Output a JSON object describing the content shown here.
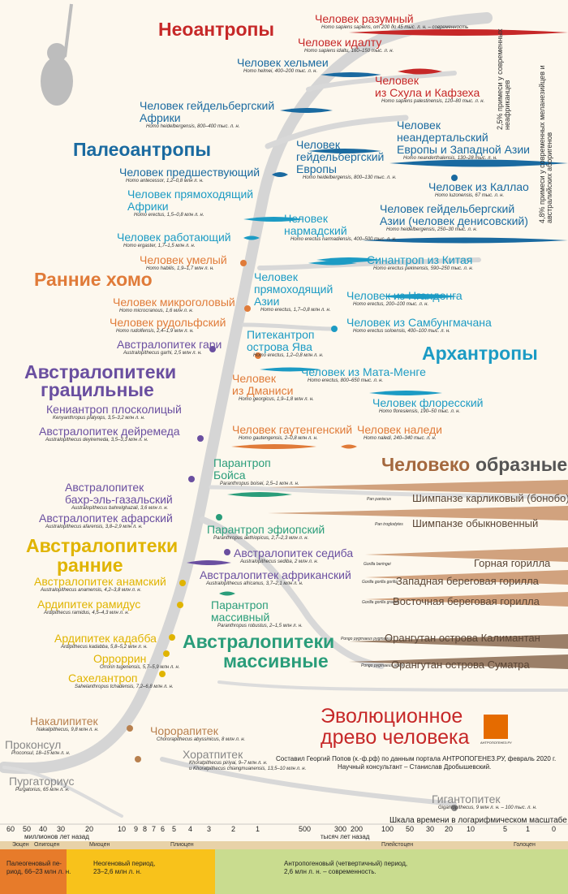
{
  "title": {
    "line1": "Эволюционное",
    "line2": "древо человека",
    "logo_text": "АНТРОПОГЕНЕЗ.РУ"
  },
  "credits": {
    "line1": "Составил Георгий Попов (к.-ф.рф) по данным портала АНТРОПОГЕНЕЗ.РУ, февраль 2020 г.",
    "line2": "Научный консультант – Станислав Дробышевский."
  },
  "colors": {
    "neo": "#c62828",
    "paleo": "#1a6aa0",
    "archan": "#1c9bc4",
    "early_homo": "#e07b39",
    "grac": "#6a4fa0",
    "early_austr": "#e0b400",
    "robust": "#2a9d7a",
    "ape": "#b8804e",
    "stem": "#888"
  },
  "groups": {
    "neo": "Неоантропы",
    "paleo": "Палеоантропы",
    "early_homo": "Ранние хомо",
    "grac1": "Австралопитеки",
    "grac2": "грацильные",
    "archan": "Архантропы",
    "ape_a": "Человеко",
    "ape_b": "образные",
    "early_austr1": "Австралопитеки",
    "early_austr2": "ранние",
    "robust1": "Австралопитеки",
    "robust2": "массивные"
  },
  "side_notes": {
    "n1": "2,5% примеси у современных неафриканцев",
    "n2": "4,8% примеси у современных меланезийцев и австралийских аборигенов"
  },
  "species": [
    {
      "name": "Человек разумный",
      "latin": "Homo sapiens sapiens, от 200 до 45 тыс. л. н. – современность",
      "c": "neo"
    },
    {
      "name": "Человек идалту",
      "latin": "Homo sapiens idaltu, 160–150 тыс. л. н.",
      "c": "neo"
    },
    {
      "name": "Человек хельмеи",
      "latin": "Homo helmei, 400–200 тыс. л. н.",
      "c": "paleo"
    },
    {
      "name": "Человек",
      "name2": "из Схула и Кафзеха",
      "latin": "Homo sapiens palestinensis, 120–80 тыс. л. н.",
      "c": "neo"
    },
    {
      "name": "Человек гейдельбергский",
      "name2": "Африки",
      "latin": "Homo heidelbergensis, 800–400 тыс. л. н.",
      "c": "paleo"
    },
    {
      "name": "Человек",
      "name2": "неандертальский",
      "name3": "Европы и Западной Азии",
      "latin": "Homo neanderthalensis, 130–28 тыс. л. н.",
      "c": "paleo"
    },
    {
      "name": "Человек",
      "name2": "гейдельбергский",
      "name3": "Европы",
      "latin": "Homo heidelbergensis, 800–130 тыс. л. н.",
      "c": "paleo"
    },
    {
      "name": "Человек предшествующий",
      "latin": "Homo antecessor, 1,2–0,8 млн л. н.",
      "c": "paleo"
    },
    {
      "name": "Человек из Каллао",
      "latin": "Homo luzonensis, 67 тыс. л. н.",
      "c": "paleo"
    },
    {
      "name": "Человек прямоходящий",
      "name2": "Африки",
      "latin": "Homo erectus, 1,5–0,8 млн л. н.",
      "c": "archan"
    },
    {
      "name": "Человек",
      "name2": "нармадский",
      "latin": "Homo erectus narmadiensis, 400–500 тыс. л. н.",
      "c": "archan"
    },
    {
      "name": "Человек гейдельбергский",
      "name2": "Азии (человек денисовский)",
      "latin": "Homo heidelbergensis, 250–30 тыс. л. н.",
      "c": "paleo"
    },
    {
      "name": "Человек работающий",
      "latin": "Homo ergaster, 1,7–1,5 млн л. н.",
      "c": "archan"
    },
    {
      "name": "Человек умелый",
      "latin": "Homo habilis, 1,9–1,7 млн л. н.",
      "c": "early_homo"
    },
    {
      "name": "Синантроп из Китая",
      "latin": "Homo erectus pekinensis, 590–250 тыс. л. н.",
      "c": "archan"
    },
    {
      "name": "Человек",
      "name2": "прямоходящий",
      "name3": "Азии",
      "latin": "Homo erectus, 1,7–0,8 млн л. н.",
      "c": "archan"
    },
    {
      "name": "Человек микроголовый",
      "latin": "Homo microcranous, 1,6 млн л. н.",
      "c": "early_homo"
    },
    {
      "name": "Человек из Нгандонга",
      "latin": "Homo erectus, 200–100 тыс. л. н.",
      "c": "archan"
    },
    {
      "name": "Человек рудольфский",
      "latin": "Homo rudolfensis, 2,4–1,9 млн л. н.",
      "c": "early_homo"
    },
    {
      "name": "Человек из Самбунгмачана",
      "latin": "Homo erectus soloensis, 400–100 тыс. л. н.",
      "c": "archan"
    },
    {
      "name": "Австралопитек гари",
      "latin": "Australopithecus garhi, 2,5 млн л. н.",
      "c": "grac"
    },
    {
      "name": "Питекантроп",
      "name2": "острова Ява",
      "latin": "Homo erectus, 1,2–0,8 млн л. н.",
      "c": "archan"
    },
    {
      "name": "Человек",
      "name2": "из Дманиси",
      "latin": "Homo georgicus, 1,9–1,8 млн л. н.",
      "c": "early_homo"
    },
    {
      "name": "Человек из Мата-Менге",
      "latin": "Homo erectus, 800–650 тыс. л. н.",
      "c": "archan"
    },
    {
      "name": "Человек флоресский",
      "latin": "Homo floresiensis, 190–50 тыс. л. н.",
      "c": "archan"
    },
    {
      "name": "Кениантроп плосколицый",
      "latin": "Kenyanthropus platyops, 3,5–3,2 млн л. н.",
      "c": "grac"
    },
    {
      "name": "Австралопитек дейремеда",
      "latin": "Australopithecus deyiremeda, 3,5–3,3 млн л. н.",
      "c": "grac"
    },
    {
      "name": "Человек гаутенгенский",
      "latin": "Homo gautengensis, 2–0,8 млн л. н.",
      "c": "early_homo"
    },
    {
      "name": "Человек наледи",
      "latin": "Homo naledi, 240–340 тыс. л. н.",
      "c": "early_homo"
    },
    {
      "name": "Парантроп",
      "name2": "Бойса",
      "latin": "Paranthropus boisei, 2,5–1 млн л. н.",
      "c": "robust"
    },
    {
      "name": "Австралопитек",
      "name2": "бахр-эль-газальский",
      "latin": "Australopithecus bahrelghazali, 3,6 млн л. н.",
      "c": "grac"
    },
    {
      "name": "Австралопитек афарский",
      "latin": "Australopithecus afarensis, 3,8–2,9 млн л. н.",
      "c": "grac"
    },
    {
      "name": "Парантроп эфиопский",
      "latin": "Paranthropus aethiopicus, 2,7–2,3 млн л. н.",
      "c": "robust"
    },
    {
      "name": "Австралопитек седиба",
      "latin": "Australopithecus sediba, 2 млн л. н.",
      "c": "grac"
    },
    {
      "name": "Австралопитек анамский",
      "latin": "Australopithecus anamensis, 4,2–3,8 млн л. н.",
      "c": "early_austr"
    },
    {
      "name": "Австралопитек африканский",
      "latin": "Australopithecus africanus, 3,7–2,1 млн л. н.",
      "c": "grac"
    },
    {
      "name": "Ардипитек рамидус",
      "latin": "Ardipithecus ramidus, 4,5–4,3 млн л. н.",
      "c": "early_austr"
    },
    {
      "name": "Парантроп",
      "name2": "массивный",
      "latin": "Paranthropus robustus, 2–1,5 млн л. н.",
      "c": "robust"
    },
    {
      "name": "Ардипитек кадабба",
      "latin": "Ardipithecus kadabba, 5,8–5,2 млн л. н.",
      "c": "early_austr"
    },
    {
      "name": "Орроррин",
      "latin": "Orrorin tugenensis, 5,7–5,9 млн л. н.",
      "c": "early_austr"
    },
    {
      "name": "Сахелантроп",
      "latin": "Sahelanthropus tchadensis, 7,2–6,8 млн л. н.",
      "c": "early_austr"
    },
    {
      "name": "Накалипитек",
      "latin": "Nakalipithecus, 9,8 млн л. н.",
      "c": "ape"
    },
    {
      "name": "Проконсул",
      "latin": "Proconsul, 18–15 млн л. н.",
      "c": "stem"
    },
    {
      "name": "Чорорапитек",
      "latin": "Chororapithecus abyssinicus, 8 млн л. н.",
      "c": "ape"
    },
    {
      "name": "Хоратпитек",
      "latin": "Khoratpithecus piriyai, 9–7 млн л. н.",
      "latin2": "и Khoratpithecus chiangmuanensis, 13,5–10 млн л. н.",
      "c": "stem"
    },
    {
      "name": "Пургаториус",
      "latin": "Purgatorius, 65 млн л. н.",
      "c": "stem"
    },
    {
      "name": "Гигантопитек",
      "latin": "Gigantopithecus, 9 млн л. н. – 100 тыс. л. н.",
      "c": "stem"
    }
  ],
  "apes": [
    {
      "latin": "Pan paniscus",
      "name": "Шимпанзе карликовый (бонобо)"
    },
    {
      "latin": "Pan troglodytes",
      "name": "Шимпанзе обыкновенный"
    },
    {
      "latin": "Gorilla beringei",
      "name": "Горная горилла"
    },
    {
      "latin": "Gorilla gorilla gorilla",
      "name": "Западная береговая горилла"
    },
    {
      "latin": "Gorilla gorilla graueri",
      "name": "Восточная береговая горилла"
    },
    {
      "latin": "Pongo pygmaeus pygmaeus",
      "name": "Орангутан острова Калимантан"
    },
    {
      "latin": "Pongo pygmaeus abelii",
      "name": "Орангутан острова Суматра"
    }
  ],
  "timescale": {
    "scale_note": "Шкала времени в логарифмическом масштабе",
    "myr_label": "миллионов лет назад",
    "kyr_label": "тысяч лет назад",
    "myr_ticks": [
      "60",
      "50",
      "40",
      "30",
      "20",
      "10",
      "9",
      "8",
      "7",
      "6",
      "5",
      "4",
      "3",
      "2",
      "1"
    ],
    "kyr_ticks": [
      "500",
      "300",
      "200",
      "100",
      "50",
      "30",
      "20",
      "10",
      "5",
      "1",
      "0"
    ],
    "epochs": [
      "Эоцен",
      "Олигоцен",
      "Миоцен",
      "Плиоцен",
      "Плейстоцен",
      "Голоцен"
    ],
    "periods": [
      {
        "line1": "Палеогеновый пе-",
        "line2": "риод, 66–23 млн л. н."
      },
      {
        "line1": "Неогеновый период,",
        "line2": "23–2,6 млн л. н."
      },
      {
        "line1": "Антропогеновый (четвертичный) период,",
        "line2": "2,6 млн л. н. – современность."
      }
    ]
  }
}
